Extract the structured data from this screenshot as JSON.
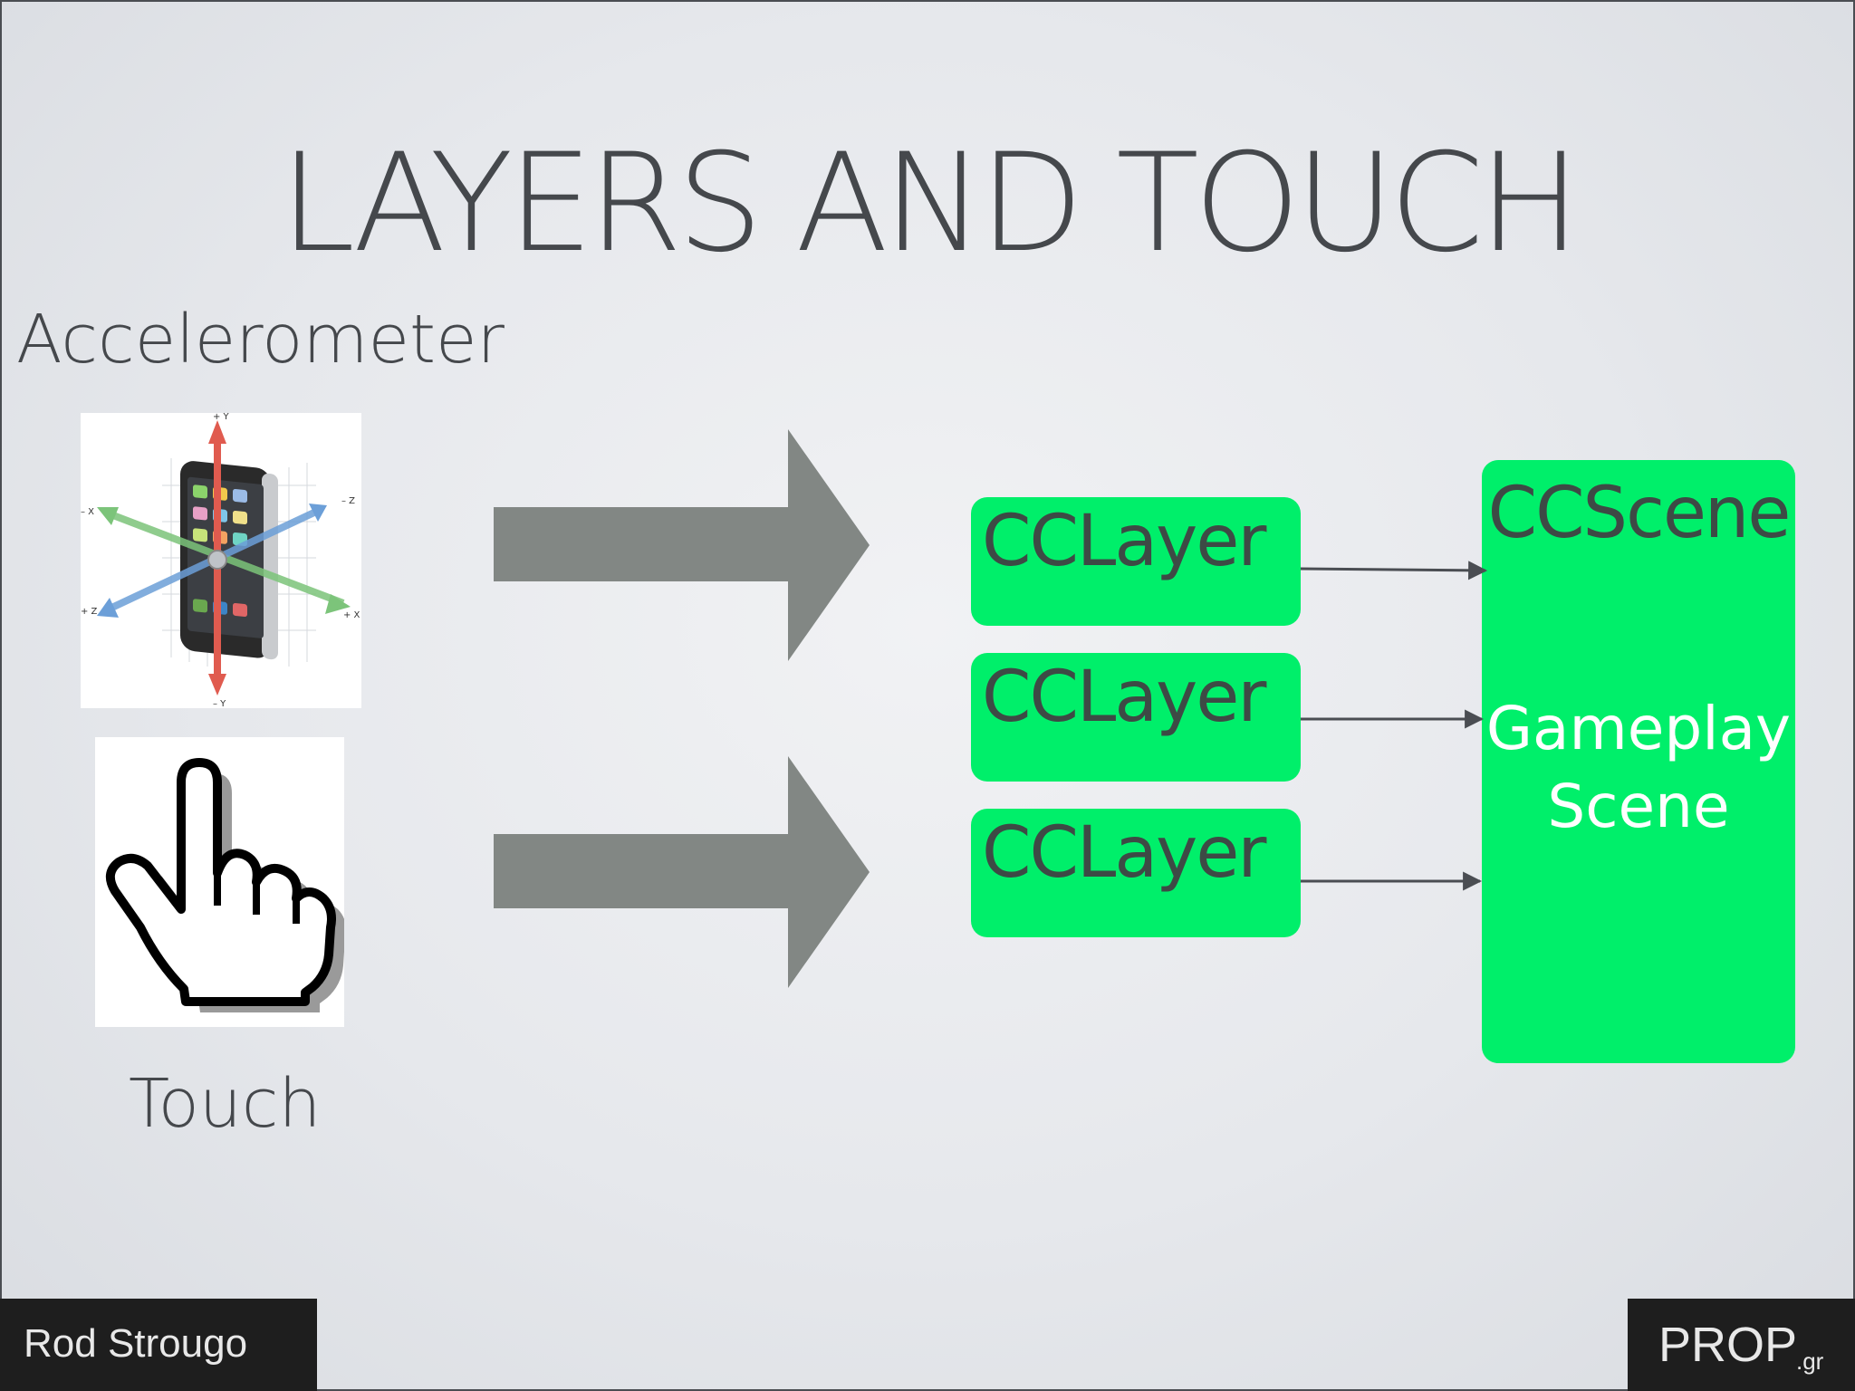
{
  "slide": {
    "title": "LAYERS AND TOUCH",
    "inputs": {
      "accelerometer_label": "Accelerometer",
      "touch_label": "Touch"
    },
    "layers": [
      {
        "label": "CCLayer"
      },
      {
        "label": "CCLayer"
      },
      {
        "label": "CCLayer"
      }
    ],
    "scene": {
      "label": "CCScene",
      "subtitle_line1": "Gameplay",
      "subtitle_line2": "Scene"
    },
    "footer": {
      "author": "Rod Strougo",
      "logo_main": "PROP",
      "logo_suffix": ".gr"
    }
  },
  "icons": [
    "phone-accelerometer-icon",
    "pointing-hand-icon",
    "right-arrow-icon"
  ],
  "colors": {
    "box_fill": "#00ef6a",
    "arrow_gray": "#828784",
    "text_dark": "#45484c",
    "footer_bg": "#1e1e1e"
  }
}
